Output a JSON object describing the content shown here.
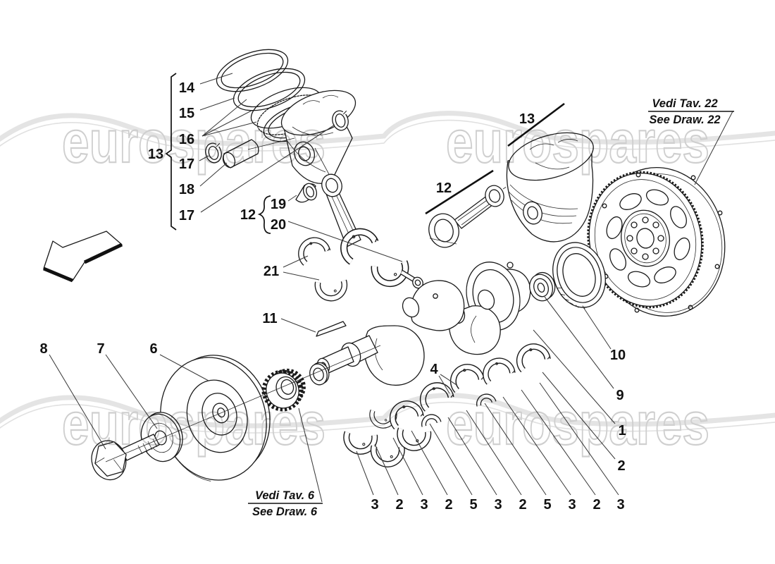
{
  "page": {
    "background": "#ffffff",
    "ink": "#1a1a1a",
    "watermark_color": "#cfcfcf"
  },
  "watermark": {
    "text": "eurospares"
  },
  "references": {
    "flywheel": {
      "line1": "Vedi Tav. 22",
      "line2": "See Draw. 22"
    },
    "timing": {
      "line1": "Vedi Tav. 6",
      "line2": "See Draw. 6"
    }
  },
  "callouts": {
    "piston_stack_group": "13",
    "ring_top": "14",
    "ring_second": "15",
    "ring_oil_set": "16",
    "circlip_left": "17",
    "gudgeon_pin": "18",
    "circlip_right": "17",
    "rod_assembly_group": "12",
    "rod_bush": "19",
    "rod_bearing": "20",
    "rod_bearing_pair": "21",
    "crank_key": "11",
    "conrod": "12",
    "piston": "13",
    "pulley_bolt": "8",
    "pulley_washer": "7",
    "pulley": "6",
    "rear_seal": "10",
    "rear_bearing": "9",
    "crankshaft": "1",
    "main_bearing_upper": "2",
    "bearing_set": "4",
    "bottom_row": [
      "3",
      "2",
      "3",
      "2",
      "5",
      "3",
      "2",
      "5",
      "3",
      "2",
      "3"
    ]
  }
}
